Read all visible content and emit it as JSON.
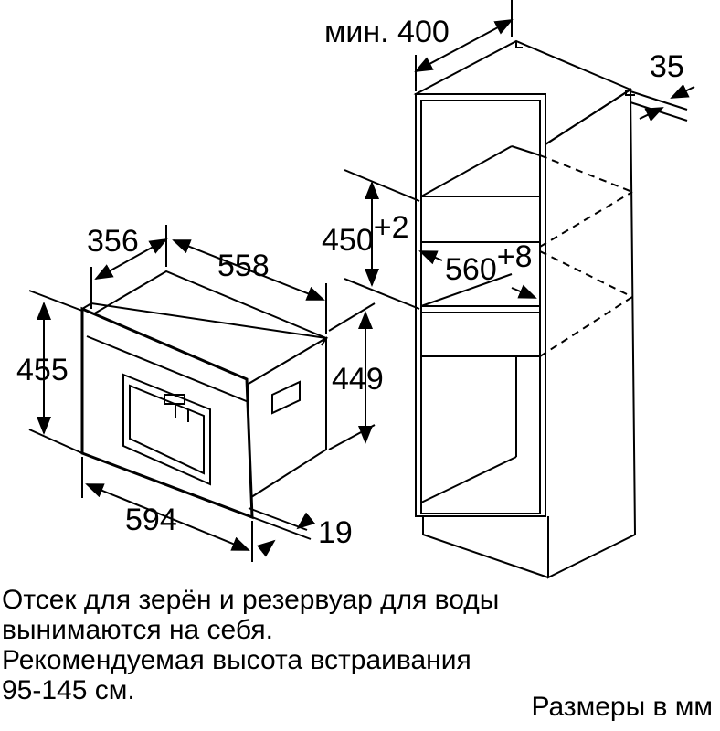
{
  "dimensions": {
    "min_depth_label": "мин. 400",
    "gap": "35",
    "niche_height": "450",
    "niche_height_tolerance": "+2",
    "niche_width": "560",
    "niche_width_tolerance": "+8",
    "appliance_depth": "356",
    "appliance_width_top": "558",
    "appliance_height": "455",
    "appliance_body_height": "449",
    "appliance_width": "594",
    "front_thickness": "19"
  },
  "notes": {
    "line1": "Отсек для зерён и резервуар для воды",
    "line2": "вынимаются на себя.",
    "line3": "Рекомендуемая высота встраивания",
    "line4": "95-145 см."
  },
  "units_label": "Размеры в мм"
}
